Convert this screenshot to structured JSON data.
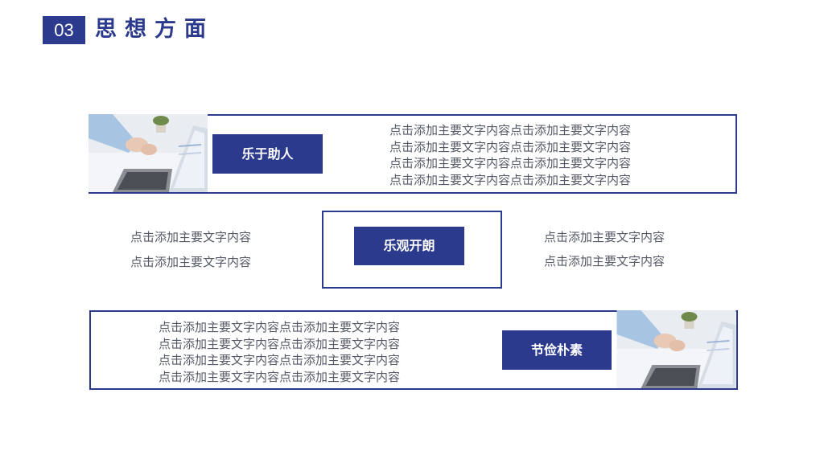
{
  "header": {
    "number": "03",
    "title": "思想方面"
  },
  "colors": {
    "accent": "#2b3a8c",
    "text": "#555a66",
    "background": "#ffffff"
  },
  "row1": {
    "label": "乐于助人",
    "lines": [
      "点击添加主要文字内容点击添加主要文字内容",
      "点击添加主要文字内容点击添加主要文字内容",
      "点击添加主要文字内容点击添加主要文字内容",
      "点击添加主要文字内容点击添加主要文字内容"
    ]
  },
  "row2": {
    "label": "乐观开朗",
    "left_lines": [
      "点击添加主要文字内容",
      "点击添加主要文字内容"
    ],
    "right_lines": [
      "点击添加主要文字内容",
      "点击添加主要文字内容"
    ]
  },
  "row3": {
    "label": "节俭朴素",
    "lines": [
      "点击添加主要文字内容点击添加主要文字内容",
      "点击添加主要文字内容点击添加主要文字内容",
      "点击添加主要文字内容点击添加主要文字内容",
      "点击添加主要文字内容点击添加主要文字内容"
    ]
  },
  "images": {
    "photo": "laptop-desk-photo"
  }
}
